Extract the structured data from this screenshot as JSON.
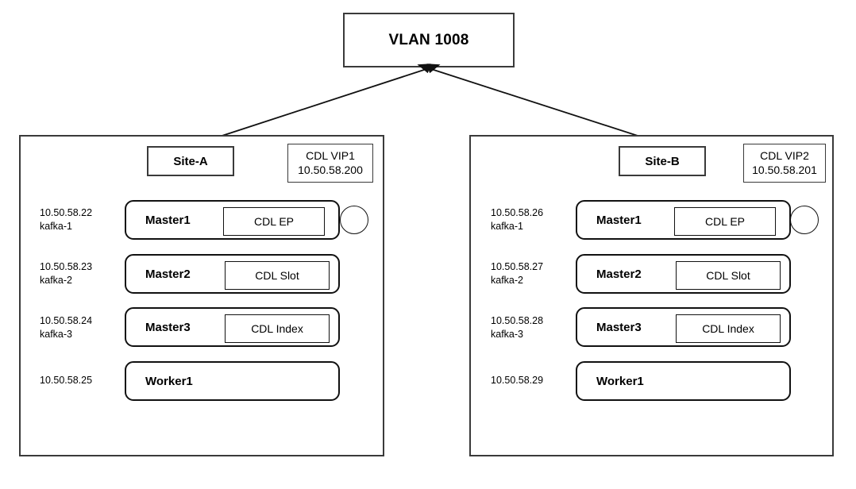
{
  "diagram": {
    "vlan": {
      "label": "VLAN 1008"
    },
    "sites": [
      {
        "id": "site-a",
        "title": "Site-A",
        "vip": {
          "name": "CDL VIP1",
          "address": "10.50.58.200"
        },
        "nodes": [
          {
            "name": "Master1",
            "service": "CDL EP",
            "ip": "10.50.58.22",
            "kafka": "kafka-1",
            "has_badge": true
          },
          {
            "name": "Master2",
            "service": "CDL Slot",
            "ip": "10.50.58.23",
            "kafka": "kafka-2",
            "has_badge": false
          },
          {
            "name": "Master3",
            "service": "CDL Index",
            "ip": "10.50.58.24",
            "kafka": "kafka-3",
            "has_badge": false
          },
          {
            "name": "Worker1",
            "service": "",
            "ip": "10.50.58.25",
            "kafka": "",
            "has_badge": false
          }
        ]
      },
      {
        "id": "site-b",
        "title": "Site-B",
        "vip": {
          "name": "CDL VIP2",
          "address": "10.50.58.201"
        },
        "nodes": [
          {
            "name": "Master1",
            "service": "CDL EP",
            "ip": "10.50.58.26",
            "kafka": "kafka-1",
            "has_badge": true
          },
          {
            "name": "Master2",
            "service": "CDL Slot",
            "ip": "10.50.58.27",
            "kafka": "kafka-2",
            "has_badge": false
          },
          {
            "name": "Master3",
            "service": "CDL Index",
            "ip": "10.50.58.28",
            "kafka": "kafka-3",
            "has_badge": false
          },
          {
            "name": "Worker1",
            "service": "",
            "ip": "10.50.58.29",
            "kafka": "",
            "has_badge": false
          }
        ]
      }
    ],
    "connectors": [
      {
        "from": "vlan",
        "to": "site-a",
        "style": "double-arrow"
      },
      {
        "from": "vlan",
        "to": "site-b",
        "style": "double-arrow"
      }
    ],
    "colors": {
      "stroke": "#111111",
      "container_stroke": "#3a3a3a",
      "background": "#ffffff",
      "text": "#000000"
    }
  }
}
